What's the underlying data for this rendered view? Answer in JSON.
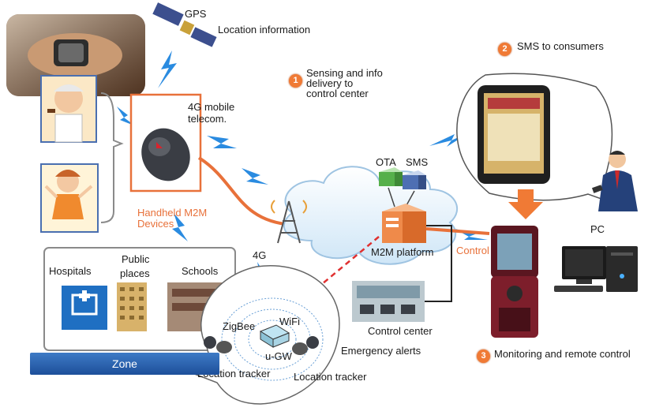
{
  "labels": {
    "gps": "GPS",
    "location_information": "Location information",
    "sms_to_consumers": "SMS to consumers",
    "sensing_line1": "Sensing and info",
    "sensing_line2": "delivery to",
    "sensing_line3": "control center",
    "mobile_line1": "4G mobile",
    "mobile_line2": "telecom.",
    "ota": "OTA",
    "sms": "SMS",
    "handheld_line1": "Handheld M2M",
    "handheld_line2": "Devices",
    "m2m_platform": "M2M platform",
    "control": "Control",
    "pc": "PC",
    "hospitals": "Hospitals",
    "public_line1": "Public",
    "public_line2": "places",
    "schools": "Schools",
    "fourg": "4G",
    "zigbee": "ZigBee",
    "wifi": "WiFi",
    "ugw": "u-GW",
    "location_tracker_left": "Location tracker",
    "location_tracker_right": "Location tracker",
    "control_center": "Control center",
    "emergency_alerts": "Emergency alerts",
    "monitoring": "Monitoring and remote control",
    "zone": "Zone"
  },
  "badges": {
    "b1": "1",
    "b2": "2",
    "b3": "3"
  },
  "colors": {
    "orange_link": "#e8713a",
    "lightning": "#2a8be0",
    "zone_blue": "#1d4f9a",
    "dashed_red": "#e03030"
  }
}
